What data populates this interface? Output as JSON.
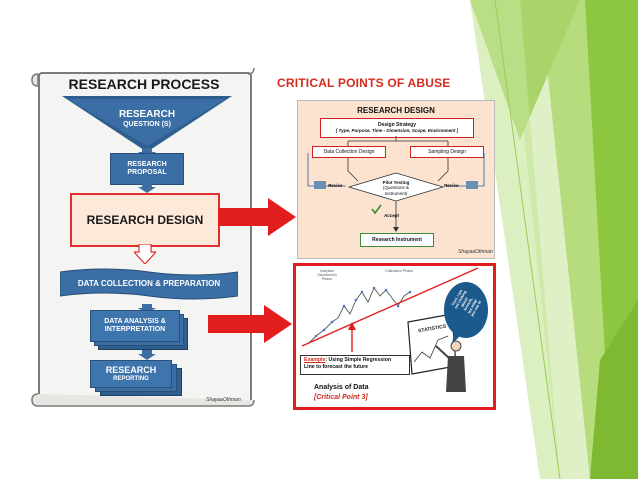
{
  "left_figure": {
    "title": "RESEARCH PROCESS",
    "steps": [
      {
        "line1": "RESEARCH",
        "line2": "QUESTION (S)"
      },
      {
        "line1": "RESEARCH",
        "line2": "PROPOSAL"
      },
      {
        "line1": "RESEARCH DESIGN",
        "line2": ""
      },
      {
        "line1": "DATA COLLECTION & PREPARATION",
        "line2": ""
      },
      {
        "line1": "DATA ANALYSIS &",
        "line2": "INTERPRETATION"
      },
      {
        "line1": "RESEARCH",
        "line2": "REPORTING"
      }
    ],
    "credit": "ShayaaOthman"
  },
  "heading": "CRITICAL POINTS OF ABUSE",
  "design_panel": {
    "title": "RESEARCH DESIGN",
    "strategy_title": "Design Strategy",
    "strategy_detail": "[ Type, Purpose, Time - Dimension, Scope, Environment ]",
    "data_collection": "Data Collection Design",
    "sampling": "Sampling Design",
    "revise_left": "Revise",
    "revise_right": "Revise",
    "pilot_line1": "Pilot Testing",
    "pilot_line2": "(Questions &",
    "pilot_line3": "Instrument)",
    "accept": "Accept",
    "instrument": "Research Instrument",
    "credit": "ShayaaOthman"
  },
  "analysis_panel": {
    "phase_left": "Inception (Numbered) Phase",
    "phase_right": "Cultivation Phase",
    "bubble_lines": [
      "Yes!!, I am",
      "not cooking",
      "WHAT",
      "formula,",
      "but HOW",
      "you see it!"
    ],
    "board_label": "STATISTICS",
    "example_prefix": "Example",
    "example_text": ": Using Simple Regression",
    "example_text2": "Line to forecast the future",
    "caption1": "Analysis of Data",
    "caption2": "[Critical Point 3]"
  },
  "colors": {
    "accent_red": "#e21d1d",
    "step_blue": "#3a6ea5",
    "step_dark": "#2f5f8f",
    "green_deco": "#8dc63f"
  }
}
